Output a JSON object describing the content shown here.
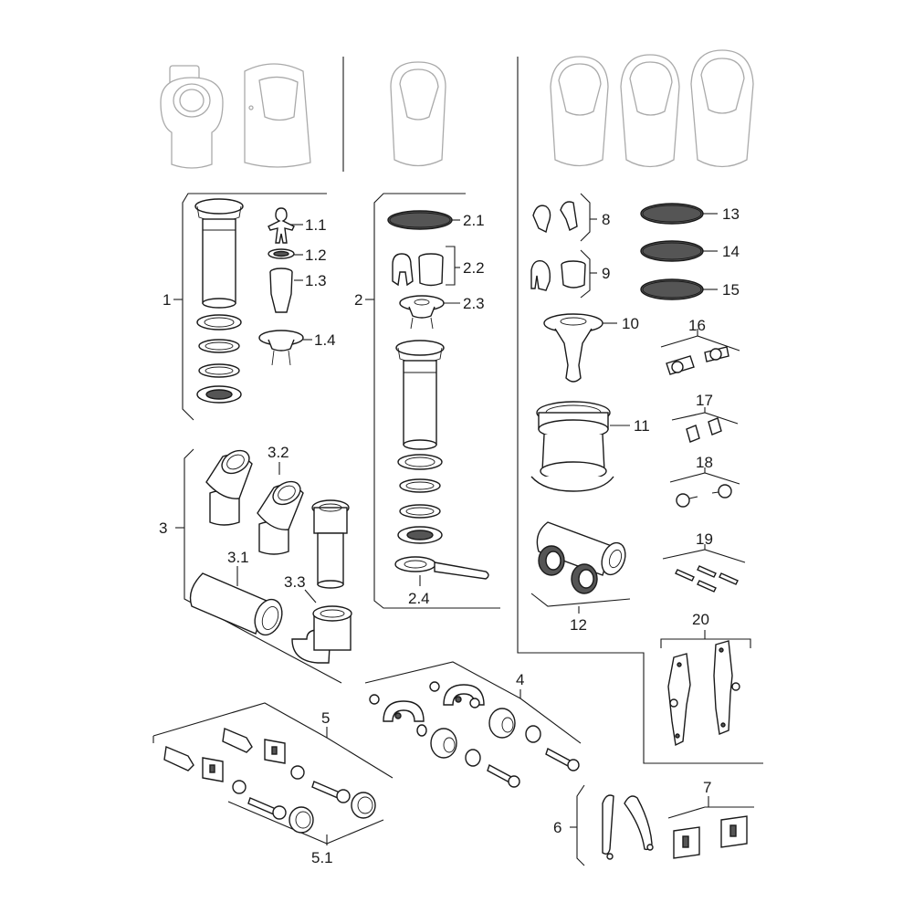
{
  "labels": {
    "g1": "1",
    "p1_1": "1.1",
    "p1_2": "1.2",
    "p1_3": "1.3",
    "p1_4": "1.4",
    "g2": "2",
    "p2_1": "2.1",
    "p2_2": "2.2",
    "p2_3": "2.3",
    "p2_4": "2.4",
    "g3": "3",
    "p3_1": "3.1",
    "p3_2": "3.2",
    "p3_3": "3.3",
    "g4": "4",
    "g5": "5",
    "p5_1": "5.1",
    "g6": "6",
    "g7": "7",
    "g8": "8",
    "g9": "9",
    "g10": "10",
    "g11": "11",
    "g12": "12",
    "g13": "13",
    "g14": "14",
    "g15": "15",
    "g16": "16",
    "g17": "17",
    "g18": "18",
    "g19": "19",
    "g20": "20"
  },
  "colors": {
    "line": "#1a1a1a",
    "ghost": "#aaaaaa",
    "fill_dark": "#555555",
    "background": "#ffffff"
  }
}
